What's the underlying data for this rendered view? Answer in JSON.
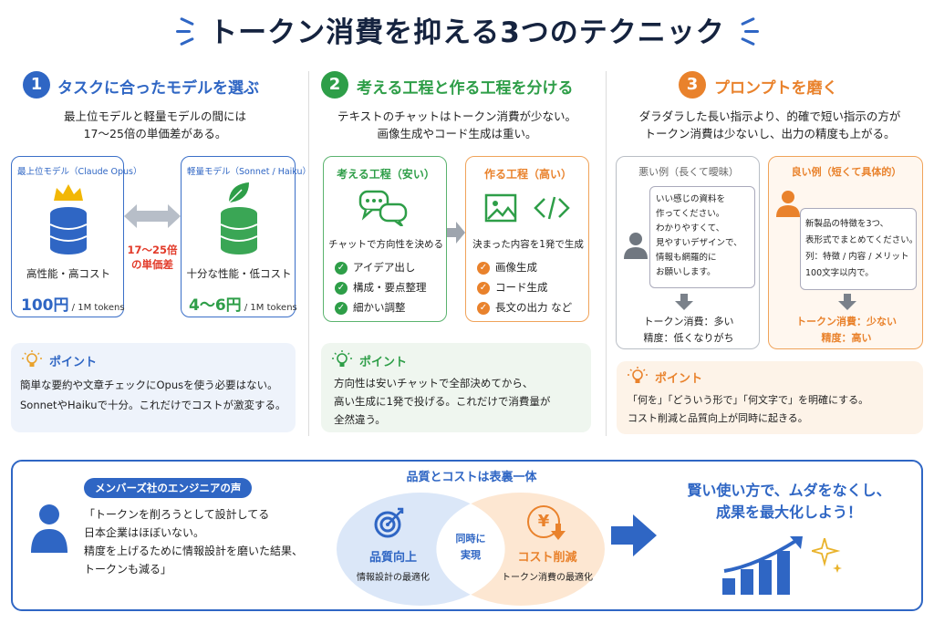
{
  "title": "トークン消費を抑える3つのテクニック",
  "colors": {
    "blue": "#2f66c4",
    "green": "#2e9e48",
    "orange": "#e9822c",
    "navy": "#15233f",
    "red": "#e23b2a"
  },
  "s1": {
    "num": "1",
    "heading": "タスクに合ったモデルを選ぶ",
    "desc1": "最上位モデルと軽量モデルの間には",
    "desc2": "17〜25倍の単価差がある。",
    "premium": {
      "label": "最上位モデル（Claude Opus）",
      "feature": "高性能・高コスト",
      "price": "100円",
      "unit": " / 1M tokens"
    },
    "light": {
      "label": "軽量モデル（Sonnet / Haiku）",
      "feature": "十分な性能・低コスト",
      "price": "4〜6円",
      "unit": " / 1M tokens"
    },
    "diff1": "17〜25倍",
    "diff2": "の単価差",
    "point_title": "ポイント",
    "point1": "簡単な要約や文章チェックにOpusを使う必要はない。",
    "point2": "SonnetやHaikuで十分。これだけでコストが激変する。"
  },
  "s2": {
    "num": "2",
    "heading": "考える工程と作る工程を分ける",
    "desc1": "テキストのチャットはトークン消費が少ない。",
    "desc2": "画像生成やコード生成は重い。",
    "think": {
      "title": "考える工程（安い）",
      "caption": "チャットで方向性を決める",
      "items": [
        "アイデア出し",
        "構成・要点整理",
        "細かい調整"
      ]
    },
    "make": {
      "title": "作る工程（高い）",
      "caption": "決まった内容を1発で生成",
      "items": [
        "画像生成",
        "コード生成",
        "長文の出力 など"
      ]
    },
    "point_title": "ポイント",
    "point1": "方向性は安いチャットで全部決めてから、",
    "point2": "高い生成に1発で投げる。これだけで消費量が",
    "point3": "全然違う。"
  },
  "s3": {
    "num": "3",
    "heading": "プロンプトを磨く",
    "desc1": "ダラダラした長い指示より、的確で短い指示の方が",
    "desc2": "トークン消費は少ないし、出力の精度も上がる。",
    "bad": {
      "title": "悪い例（長くて曖昧）",
      "lines": [
        "いい感じの資料を",
        "作ってください。",
        "わかりやすくて、",
        "見やすいデザインで、",
        "情報も網羅的に",
        "お願いします。"
      ],
      "result1": "トークン消費：多い",
      "result2": "精度：低くなりがち"
    },
    "good": {
      "title": "良い例（短くて具体的）",
      "lines": [
        "新製品の特徴を3つ、",
        "表形式でまとめてください。",
        "列：特徴 / 内容 / メリット",
        "100文字以内で。"
      ],
      "result1": "トークン消費：少ない",
      "result2": "精度：高い"
    },
    "point_title": "ポイント",
    "point1": "「何を」「どういう形で」「何文字で」を明確にする。",
    "point2": "コスト削減と品質向上が同時に起きる。"
  },
  "bottom": {
    "voice_tag": "メンバーズ社のエンジニアの声",
    "quote": [
      "「トークンを削ろうとして設計してる",
      "日本企業はほぼいない。",
      "精度を上げるために情報設計を磨いた結果、",
      "トークンも減る」"
    ],
    "venn_title": "品質とコストは表裏一体",
    "quality": "品質向上",
    "quality_sub": "情報設計の最適化",
    "center1": "同時に",
    "center2": "実現",
    "cost": "コスト削減",
    "cost_sub": "トークン消費の最適化",
    "yen": "¥",
    "final1": "賢い使い方で、ムダをなくし、",
    "final2": "成果を最大化しよう！"
  }
}
